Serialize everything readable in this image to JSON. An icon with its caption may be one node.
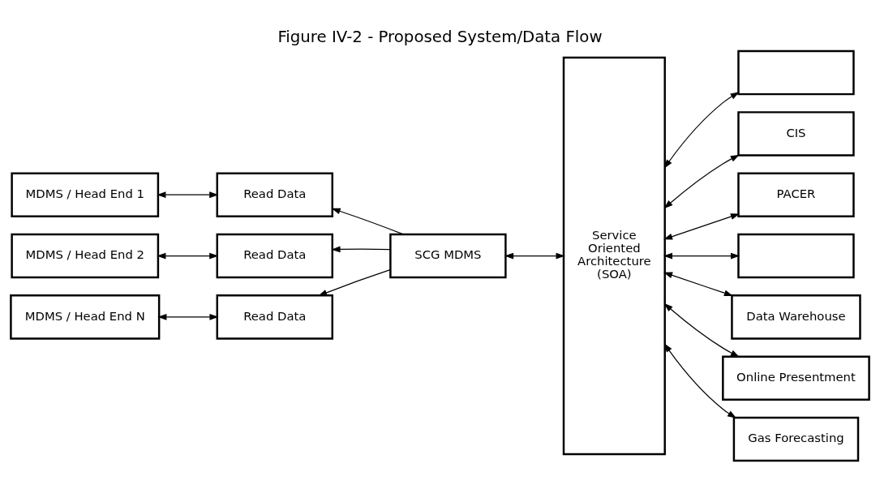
{
  "diagram": {
    "title": "Figure IV-2 - Proposed System/Data Flow",
    "nodes": [
      {
        "text": [
          "MDMS / Head End 1"
        ]
      },
      {
        "text": [
          "Read Data"
        ]
      },
      {
        "text": [
          "MDMS / Head End 2"
        ]
      },
      {
        "text": [
          "Read Data"
        ]
      },
      {
        "text": [
          "MDMS / Head End N"
        ]
      },
      {
        "text": [
          "Read Data"
        ]
      },
      {
        "text": [
          "SCG MDMS"
        ]
      },
      {
        "text": [
          "Service Oriented Architecture (SOA)"
        ]
      },
      {
        "text": [],
        "shape": "box"
      },
      {
        "text": [
          "CIS"
        ]
      },
      {
        "text": [
          "PACER"
        ]
      },
      {
        "text": [],
        "shape": "box"
      },
      {
        "text": [
          "Data Warehouse"
        ]
      },
      {
        "text": [
          "Online Presentment"
        ]
      },
      {
        "text": [
          "Gas Forecasting"
        ]
      }
    ],
    "edges": [
      {
        "from": 0,
        "to": 1,
        "arrow": "both"
      },
      {
        "from": 2,
        "to": 3,
        "arrow": "both"
      },
      {
        "from": 4,
        "to": 5,
        "arrow": "both"
      },
      {
        "from": 6,
        "to": 1,
        "arrow": "to"
      },
      {
        "from": 6,
        "to": 3,
        "arrow": "to"
      },
      {
        "from": 6,
        "to": 5,
        "arrow": "to"
      },
      {
        "from": 6,
        "to": 7,
        "arrow": "both"
      },
      {
        "from": 7,
        "to": 8,
        "arrow": "both"
      },
      {
        "from": 7,
        "to": 9,
        "arrow": "both"
      },
      {
        "from": 7,
        "to": 10,
        "arrow": "both"
      },
      {
        "from": 7,
        "to": 11,
        "arrow": "both"
      },
      {
        "from": 7,
        "to": 12,
        "arrow": "both"
      },
      {
        "from": 7,
        "to": 13,
        "arrow": "both"
      },
      {
        "from": 7,
        "to": 14,
        "arrow": "both"
      }
    ]
  }
}
